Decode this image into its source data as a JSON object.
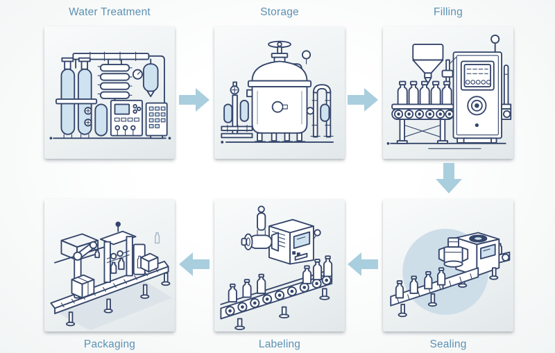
{
  "diagram": {
    "name": "Bottled water production process flow",
    "colors": {
      "arrow": "#a9cede",
      "label_text": "#5b91b3",
      "line_art": "#35466b",
      "light_blue_fill": "#cfe2f0"
    },
    "stages": [
      {
        "id": "water-treatment",
        "label": "Water Treatment",
        "row": "top",
        "illustration": "water-treatment-plant-with-tanks-filters-and-control-panel"
      },
      {
        "id": "storage",
        "label": "Storage",
        "row": "top",
        "illustration": "large-storage-tank-with-valve-and-pipes"
      },
      {
        "id": "filling",
        "label": "Filling",
        "row": "top",
        "illustration": "bottle-filling-machine-with-hopper-and-conveyor"
      },
      {
        "id": "sealing",
        "label": "Sealing",
        "row": "bottom",
        "illustration": "capping-sealing-machine-with-bottles-on-conveyor"
      },
      {
        "id": "labeling",
        "label": "Labeling",
        "row": "bottom",
        "illustration": "labeling-machine-with-bottles-on-roller-conveyor"
      },
      {
        "id": "packaging",
        "label": "Packaging",
        "row": "bottom",
        "illustration": "packaging-line-with-robot-arm-boxes-and-conveyor"
      }
    ],
    "arrows": [
      {
        "from": "water-treatment",
        "to": "storage",
        "direction": "right"
      },
      {
        "from": "storage",
        "to": "filling",
        "direction": "right"
      },
      {
        "from": "filling",
        "to": "sealing",
        "direction": "down"
      },
      {
        "from": "sealing",
        "to": "labeling",
        "direction": "left"
      },
      {
        "from": "labeling",
        "to": "packaging",
        "direction": "left"
      }
    ]
  }
}
